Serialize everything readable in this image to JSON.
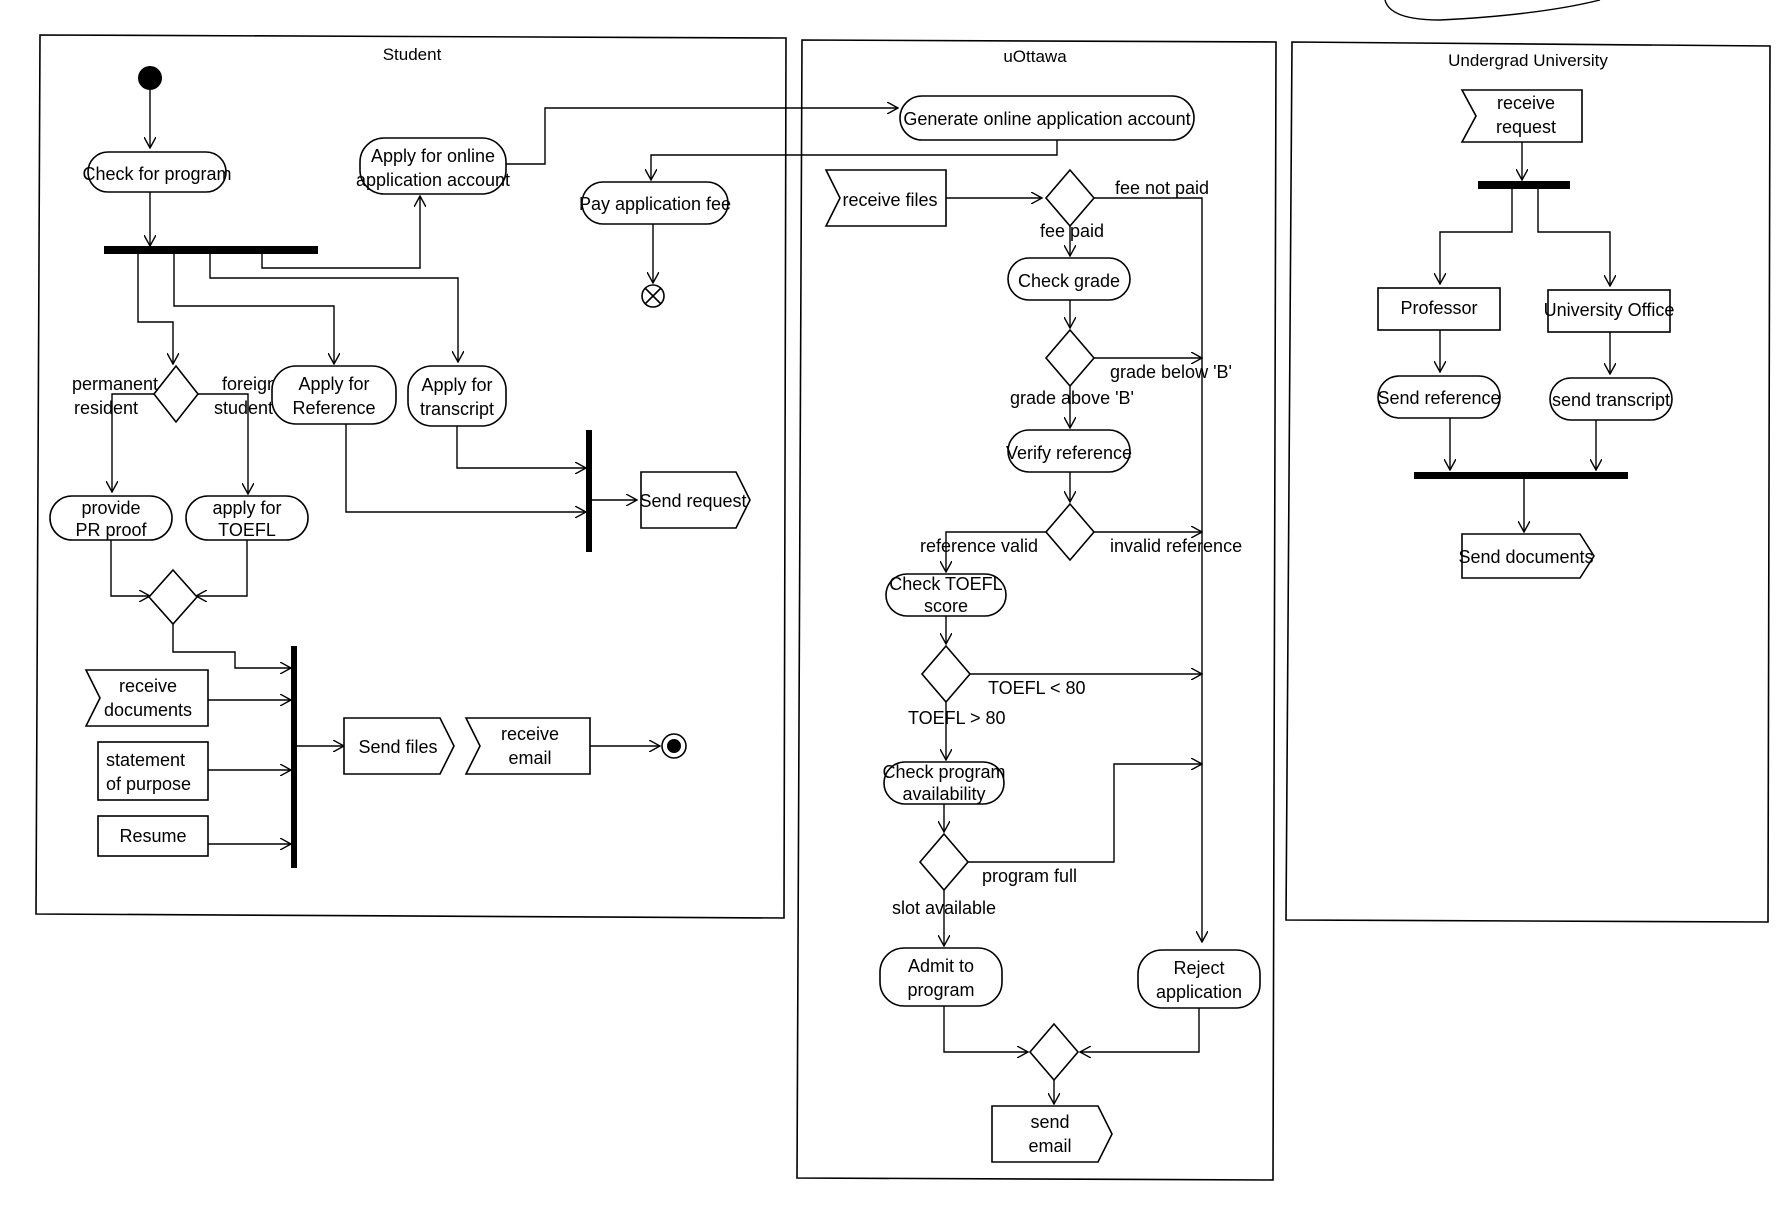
{
  "lanes": {
    "student": "Student",
    "uottawa": "uOttawa",
    "undergrad": "Undergrad University"
  },
  "student": {
    "check_program": "Check for program",
    "apply_account_1": "Apply for online",
    "apply_account_2": "application account",
    "pay_fee": "Pay application fee",
    "permanent_1": "permanent",
    "permanent_2": "resident",
    "foreign_1": "foreign",
    "foreign_2": "student",
    "apply_ref_1": "Apply for",
    "apply_ref_2": "Reference",
    "apply_tr_1": "Apply for",
    "apply_tr_2": "transcript",
    "send_request": "Send request",
    "pr_proof_1": "provide",
    "pr_proof_2": "PR proof",
    "toefl_1": "apply for",
    "toefl_2": "TOEFL",
    "receive_docs_1": "receive",
    "receive_docs_2": "documents",
    "statement_1": "statement",
    "statement_2": "of purpose",
    "resume": "Resume",
    "send_files": "Send files",
    "receive_email_1": "receive",
    "receive_email_2": "email"
  },
  "uottawa": {
    "generate_account": "Generate online application account",
    "receive_files": "receive files",
    "fee_not_paid": "fee not paid",
    "fee_paid": "fee paid",
    "check_grade": "Check grade",
    "grade_below": "grade below 'B'",
    "grade_above": "grade above 'B'",
    "verify_ref": "Verify reference",
    "ref_valid": "reference valid",
    "invalid_ref": "invalid reference",
    "check_toefl_1": "Check TOEFL",
    "check_toefl_2": "score",
    "toefl_lt": "TOEFL < 80",
    "toefl_gt": "TOEFL > 80",
    "check_avail_1": "Check program",
    "check_avail_2": "availability",
    "program_full": "program full",
    "slot_available": "slot available",
    "admit_1": "Admit to",
    "admit_2": "program",
    "reject_1": "Reject",
    "reject_2": "application",
    "send_email_1": "send",
    "send_email_2": "email"
  },
  "undergrad": {
    "receive_request_1": "receive",
    "receive_request_2": "request",
    "professor": "Professor",
    "university_office": "University Office",
    "send_reference": "Send reference",
    "send_transcript": "send transcript",
    "send_documents": "Send documents"
  }
}
